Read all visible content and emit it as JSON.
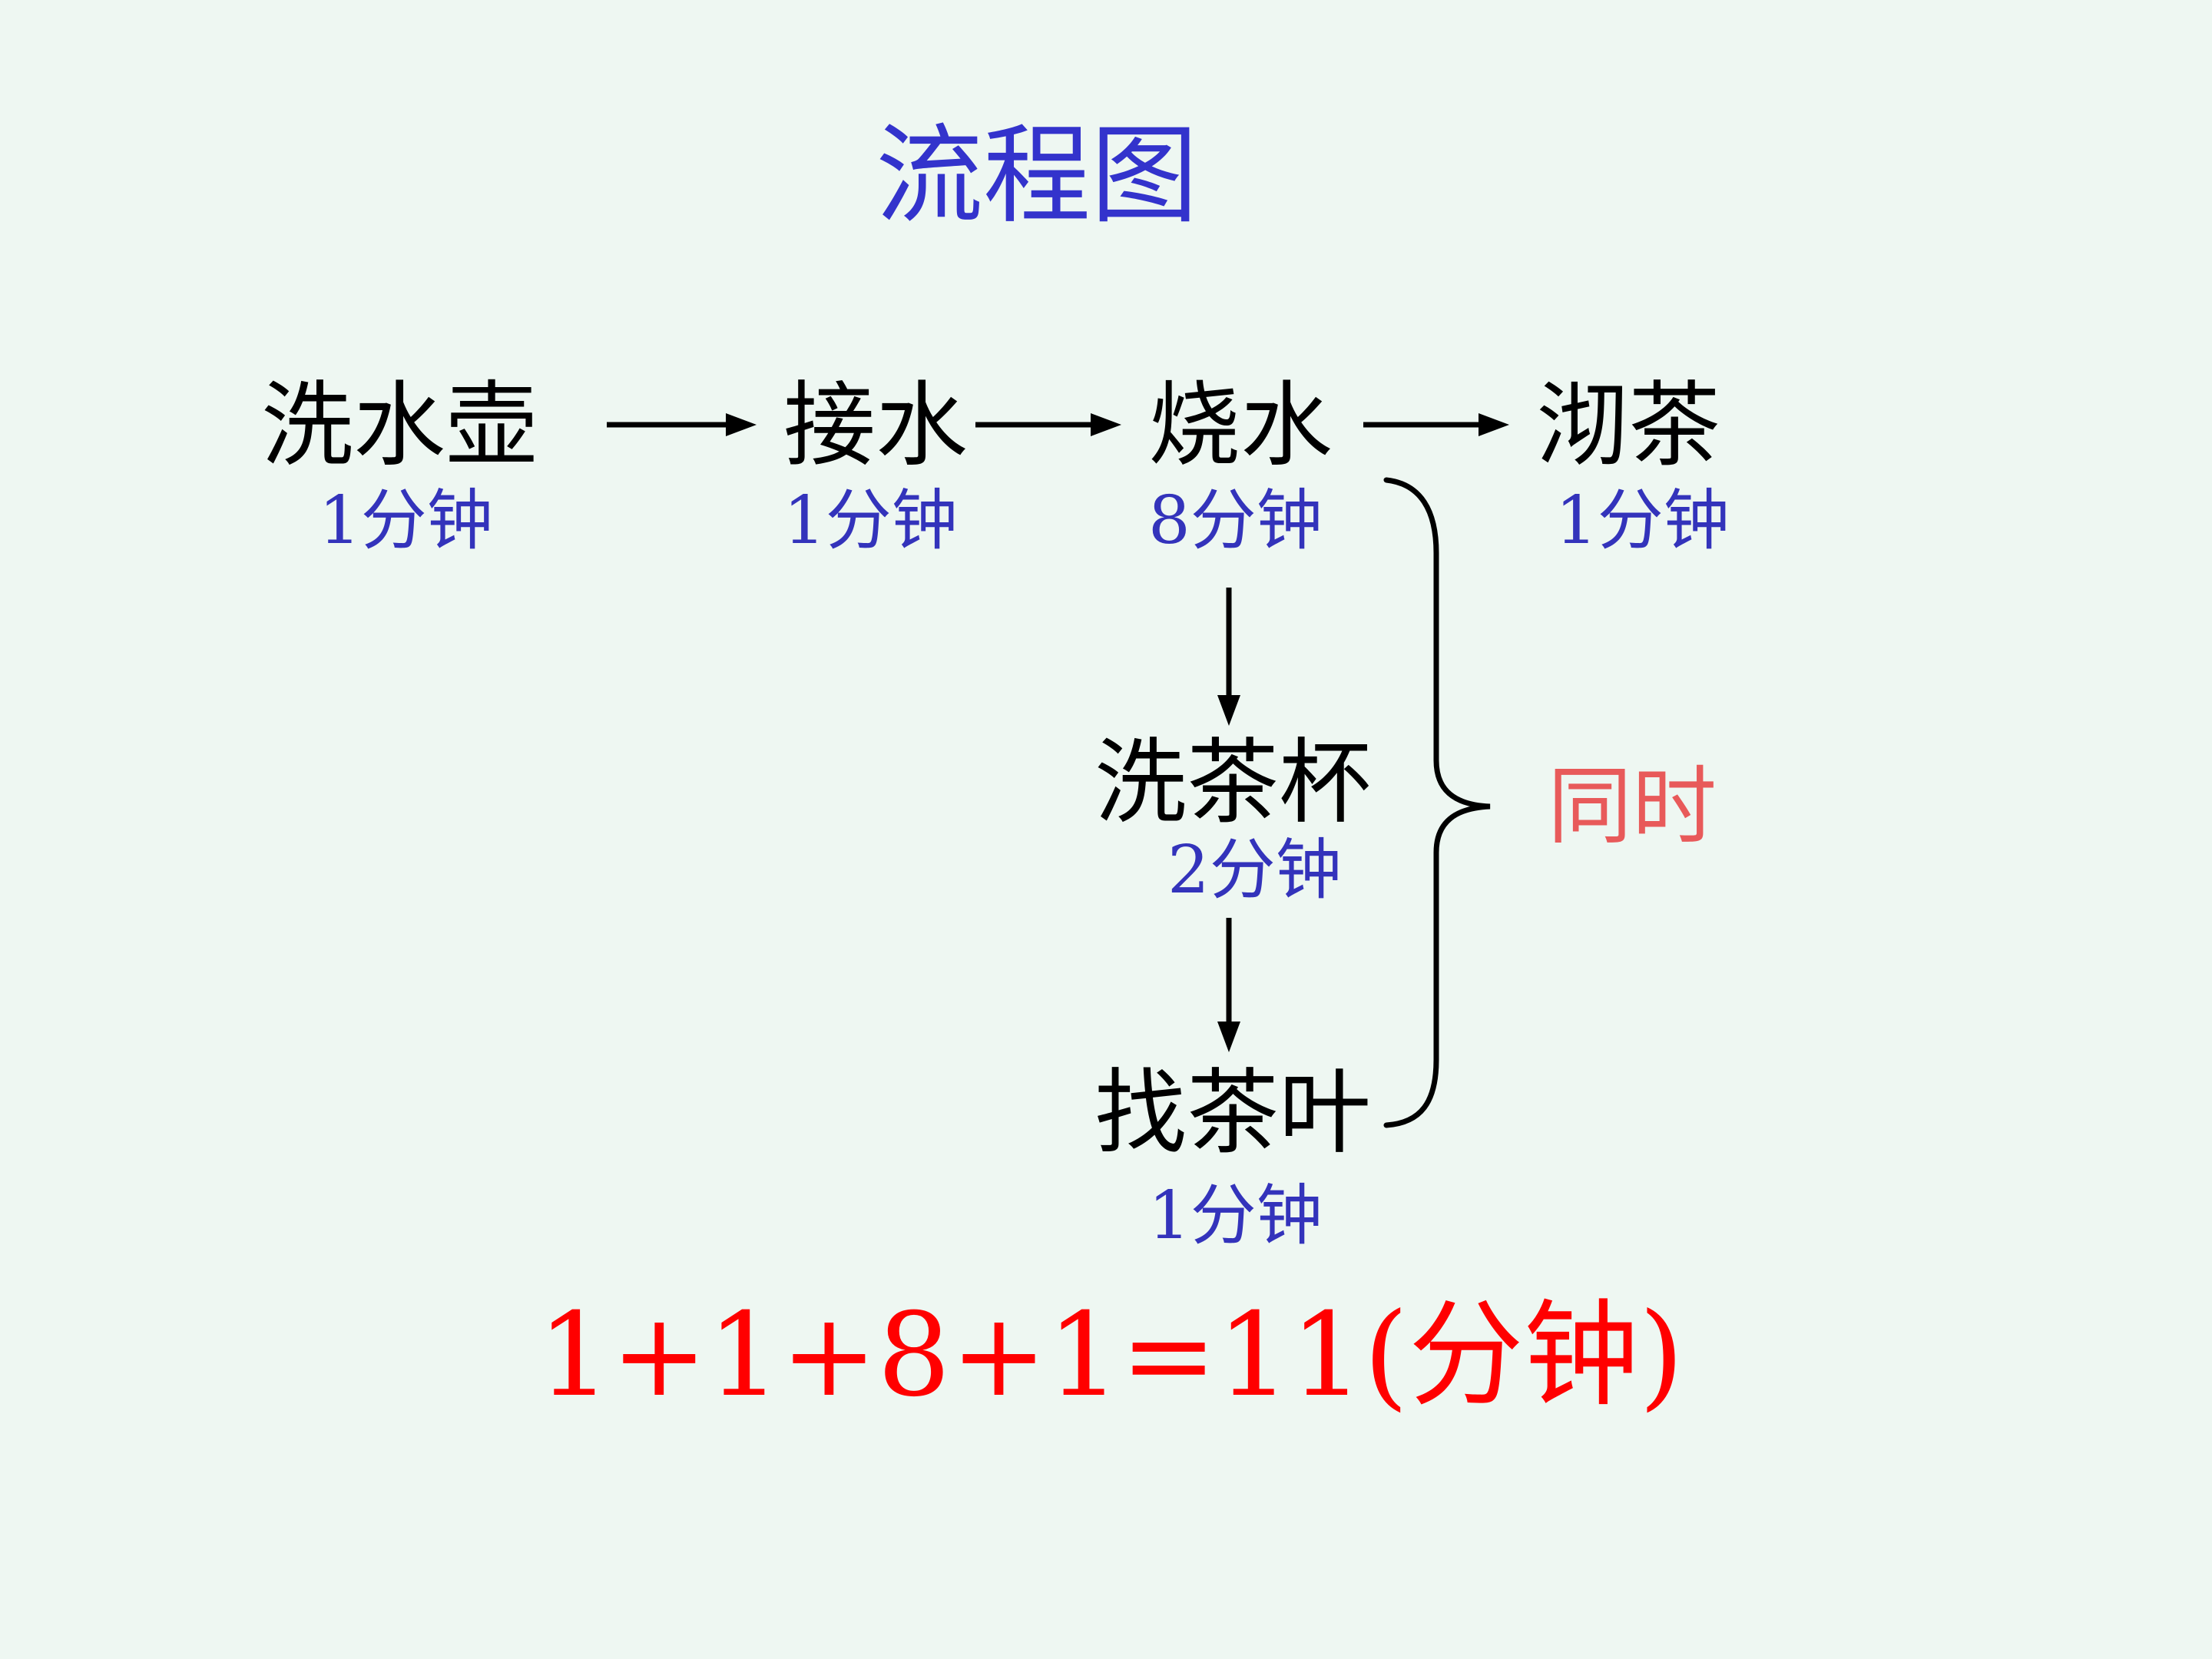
{
  "title": "流程图",
  "steps": [
    {
      "label": "洗水壶",
      "duration": "1分钟"
    },
    {
      "label": "接水",
      "duration": "1分钟"
    },
    {
      "label": "烧水",
      "duration": "8分钟"
    },
    {
      "label": "沏茶",
      "duration": "1分钟"
    },
    {
      "label": "洗茶杯",
      "duration": "2分钟"
    },
    {
      "label": "找茶叶",
      "duration": "1分钟"
    }
  ],
  "parallel_note": "同时",
  "total": "1+1+8+1=11(分钟)",
  "colors": {
    "background": "#eef7f2",
    "title": "#3333cc",
    "duration": "#3333bb",
    "note": "#e85a5a",
    "total": "#ff0000",
    "step": "#000000"
  }
}
